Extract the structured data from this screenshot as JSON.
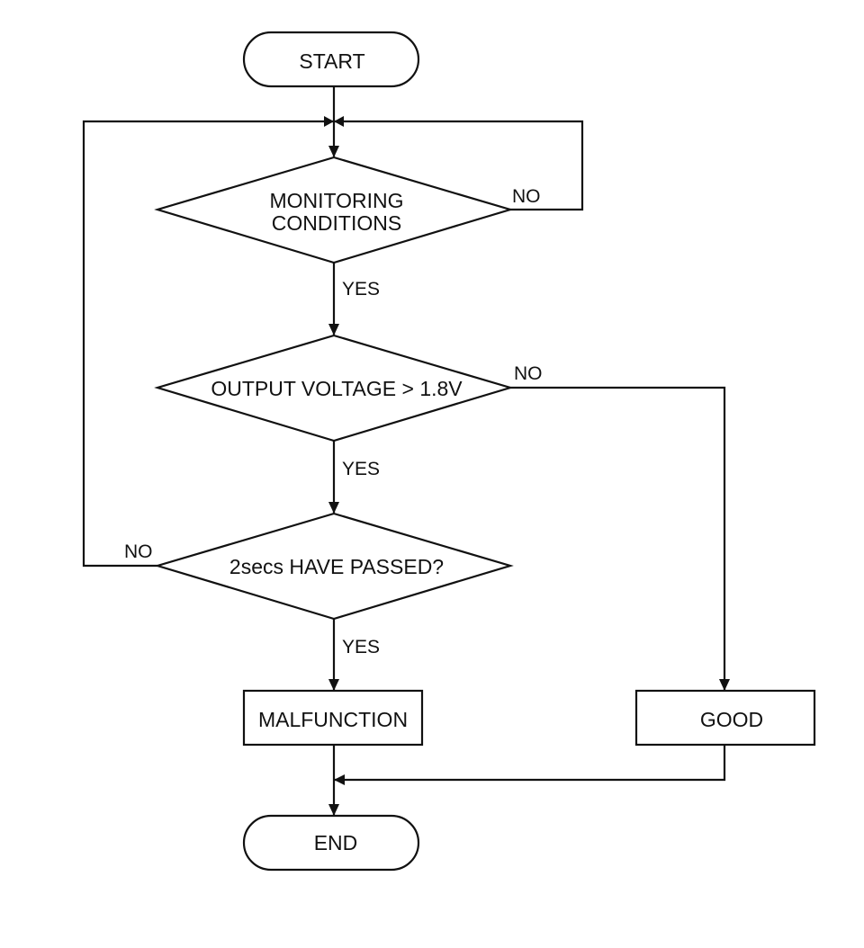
{
  "diagram": {
    "nodes": {
      "start": "START",
      "monitoring_line1": "MONITORING",
      "monitoring_line2": "CONDITIONS",
      "output_voltage": "OUTPUT VOLTAGE > 1.8V",
      "time_check": "2secs HAVE PASSED?",
      "malfunction": "MALFUNCTION",
      "good": "GOOD",
      "end": "END"
    },
    "edges": {
      "monitoring_no": "NO",
      "monitoring_yes": "YES",
      "voltage_no": "NO",
      "voltage_yes": "YES",
      "time_no": "NO",
      "time_yes": "YES"
    },
    "colors": {
      "line": "#111111",
      "background": "#ffffff"
    }
  }
}
